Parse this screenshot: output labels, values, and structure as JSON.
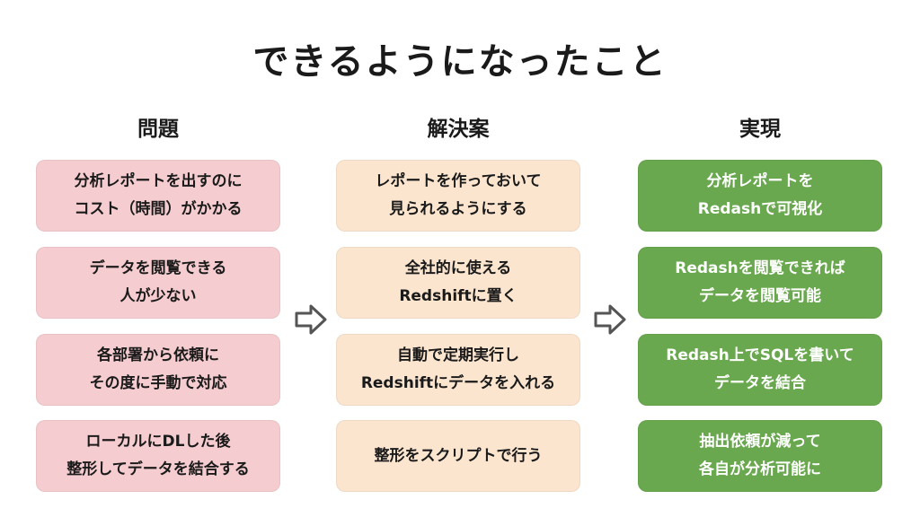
{
  "title": "できるようになったこと",
  "columns": [
    {
      "header": "問題",
      "cards": [
        {
          "line1": "分析レポートを出すのに",
          "line2": "コスト（時間）がかかる"
        },
        {
          "line1": "データを閲覧できる",
          "line2": "人が少ない"
        },
        {
          "line1": "各部署から依頼に",
          "line2": "その度に手動で対応"
        },
        {
          "line1": "ローカルにDLした後",
          "line2": "整形してデータを結合する"
        }
      ]
    },
    {
      "header": "解決案",
      "cards": [
        {
          "line1": "レポートを作っておいて",
          "line2": "見られるようにする"
        },
        {
          "line1": "全社的に使える",
          "line2": "Redshiftに置く"
        },
        {
          "line1": "自動で定期実行し",
          "line2": "Redshiftにデータを入れる"
        },
        {
          "line1": "整形をスクリプトで行う",
          "line2": ""
        }
      ]
    },
    {
      "header": "実現",
      "cards": [
        {
          "line1": "分析レポートを",
          "line2": "Redashで可視化"
        },
        {
          "line1": "Redashを閲覧できれば",
          "line2": "データを閲覧可能"
        },
        {
          "line1": "Redash上でSQLを書いて",
          "line2": "データを結合"
        },
        {
          "line1": "抽出依頼が減って",
          "line2": "各自が分析可能に"
        }
      ]
    }
  ],
  "colors": {
    "problem": "#f5cccf",
    "solution": "#fbe5cf",
    "result": "#6aa84f",
    "arrow": "#555555"
  },
  "icons": [
    "right-arrow-outline-icon",
    "right-arrow-outline-icon"
  ]
}
